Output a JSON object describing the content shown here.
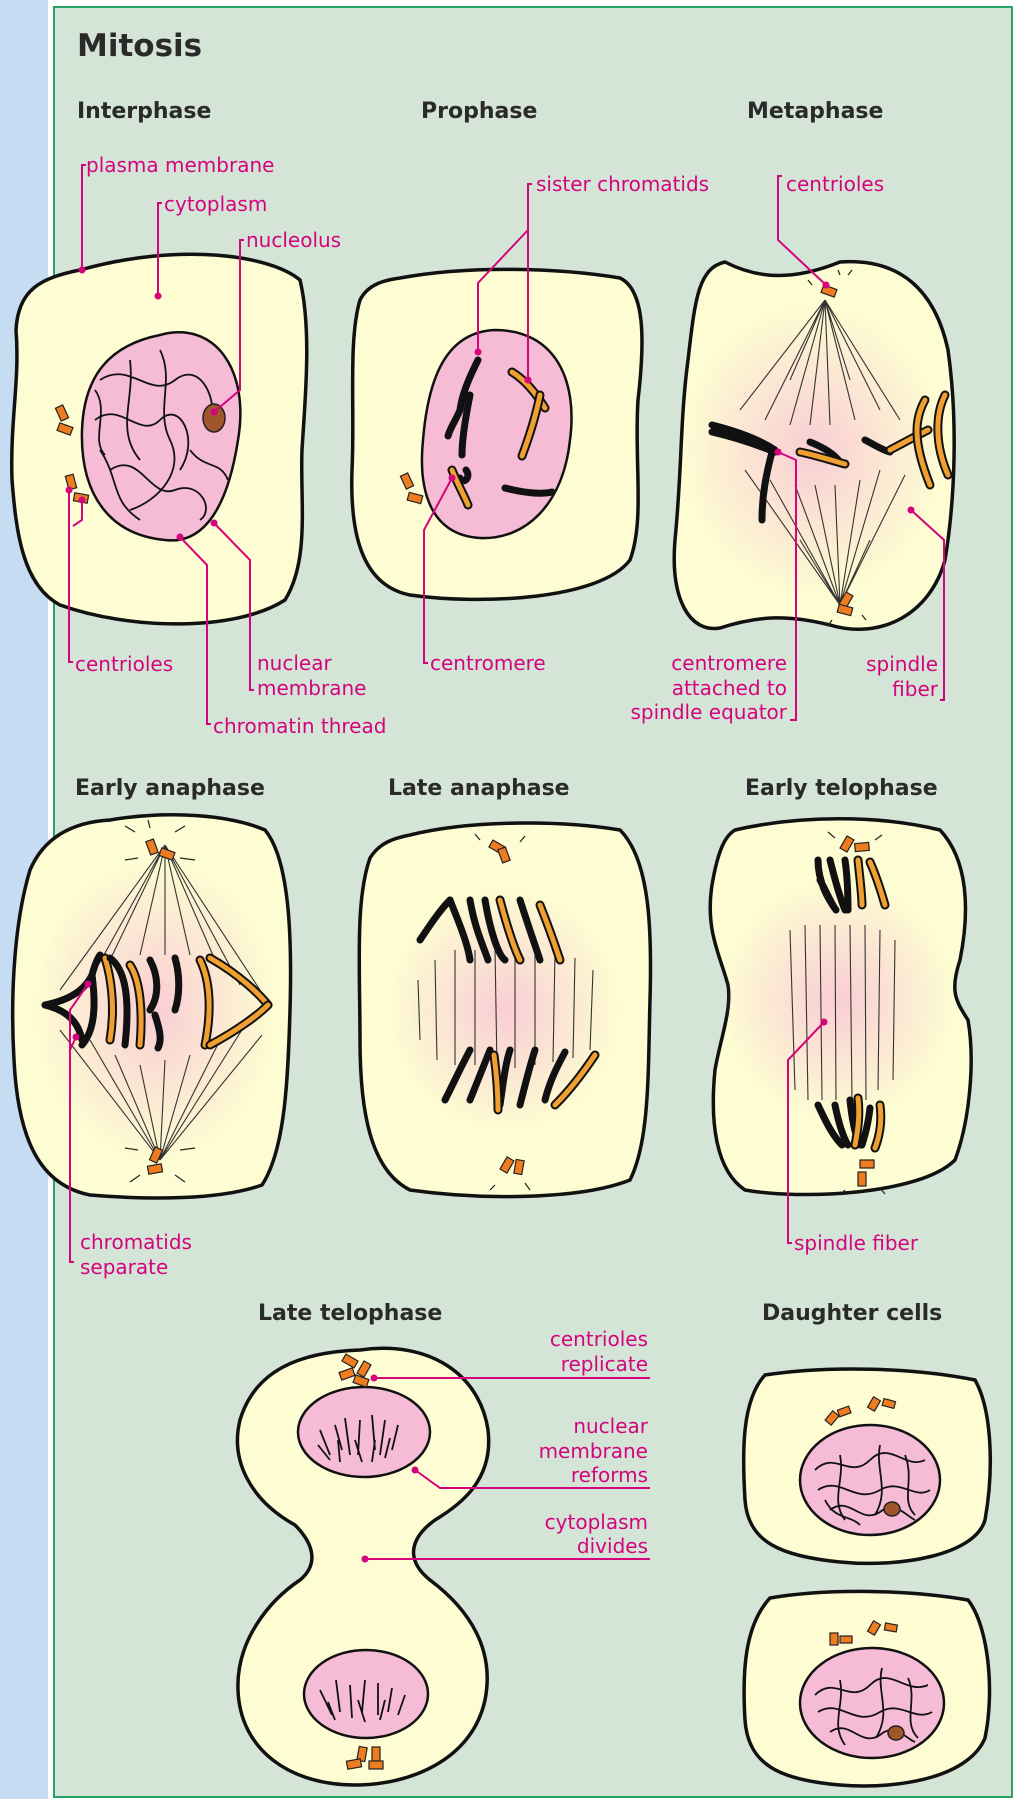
{
  "title": "Mitosis",
  "phases": {
    "interphase": "Interphase",
    "prophase": "Prophase",
    "metaphase": "Metaphase",
    "early_anaphase": "Early anaphase",
    "late_anaphase": "Late anaphase",
    "early_telophase": "Early telophase",
    "late_telophase": "Late telophase",
    "daughter_cells": "Daughter cells"
  },
  "labels": {
    "plasma_membrane": "plasma membrane",
    "cytoplasm": "cytoplasm",
    "nucleolus": "nucleolus",
    "centrioles_interphase": "centrioles",
    "nuclear_membrane": [
      "nuclear",
      "membrane"
    ],
    "chromatin_thread": "chromatin thread",
    "sister_chromatids": "sister chromatids",
    "centromere": "centromere",
    "centrioles_metaphase": "centrioles",
    "centromere_attached": [
      "centromere",
      "attached to",
      "spindle equator"
    ],
    "spindle_fiber_metaphase": [
      "spindle",
      "fiber"
    ],
    "chromatids_separate": [
      "chromatids",
      "separate"
    ],
    "spindle_fiber_telophase": "spindle fiber",
    "centrioles_replicate": [
      "centrioles",
      "replicate"
    ],
    "nuclear_membrane_reforms": [
      "nuclear",
      "membrane",
      "reforms"
    ],
    "cytoplasm_divides": [
      "cytoplasm",
      "divides"
    ]
  },
  "colors": {
    "label": "#d4047d",
    "cell_fill": "#fdfcd2",
    "nucleus_fill": "#f6bcd6",
    "chromatid_orange": "#f0a030",
    "centriole": "#f07c20",
    "panel": "#d4e5d8",
    "panel_border": "#2aa36a",
    "side_stripe": "#c5dcf3"
  }
}
